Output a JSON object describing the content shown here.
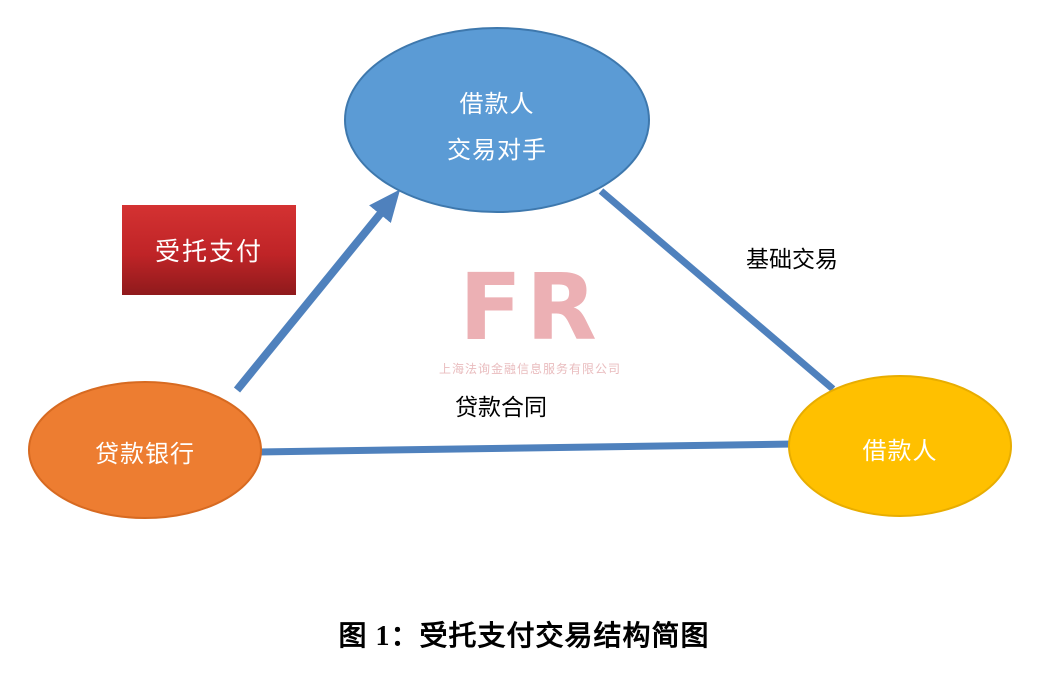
{
  "diagram": {
    "nodes": {
      "top": {
        "line1": "借款人",
        "line2": "交易对手"
      },
      "left": {
        "label": "贷款银行"
      },
      "right": {
        "label": "借款人"
      }
    },
    "edges": {
      "entrusted_payment_label": "受托支付",
      "underlying_transaction_label": "基础交易",
      "loan_contract_label": "贷款合同"
    },
    "watermark": {
      "logo": "FR",
      "subtext": "上海法询金融信息服务有限公司"
    },
    "caption": "图 1：受托支付交易结构简图",
    "colors": {
      "top_node_fill": "#5b9bd5",
      "top_node_border": "#3e78ad",
      "left_node_fill": "#ed7d31",
      "left_node_border": "#d76a21",
      "right_node_fill": "#ffc000",
      "right_node_border": "#e8ad00",
      "edge_stroke": "#4f81bd",
      "red_box_top": "#d43232",
      "red_box_bottom": "#8f1a1c",
      "watermark_pink": "#ecb0b4"
    }
  }
}
